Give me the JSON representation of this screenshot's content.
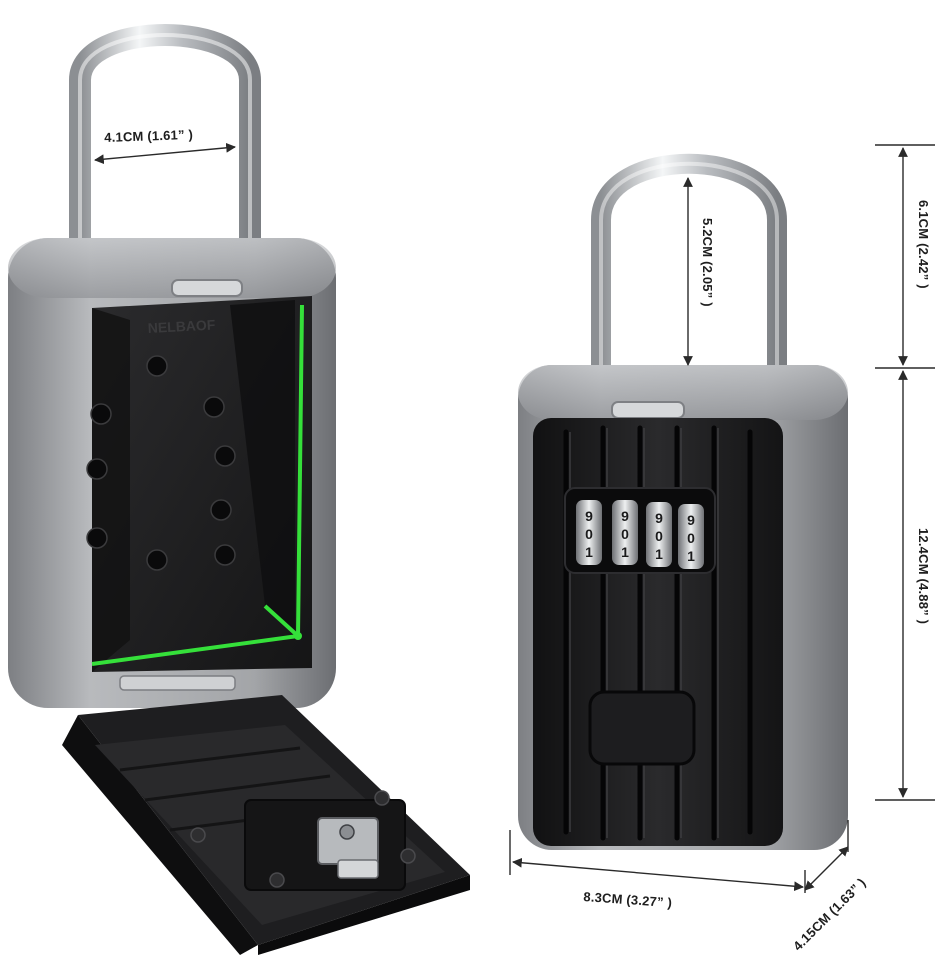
{
  "dimensions": {
    "shackle_inner_width": "4.1CM (1.61” )",
    "shackle_inner_height": "5.2CM (2.05” )",
    "shackle_total_height": "6.1CM (2.42” )",
    "body_height": "12.4CM (4.88” )",
    "body_width": "8.3CM (3.27” )",
    "body_depth": "4.15CM (1.63” )"
  },
  "lid_label": "NELBAOF",
  "colors": {
    "background": "#ffffff",
    "shell_silver": "#a9abae",
    "shell_dark": "#6f7175",
    "interior_black": "#1b1b1c",
    "chrome": "#d9dcdf",
    "green_highlight": "#35e03a",
    "dimension_line": "#2a2a2a"
  },
  "combination_dials": 4
}
